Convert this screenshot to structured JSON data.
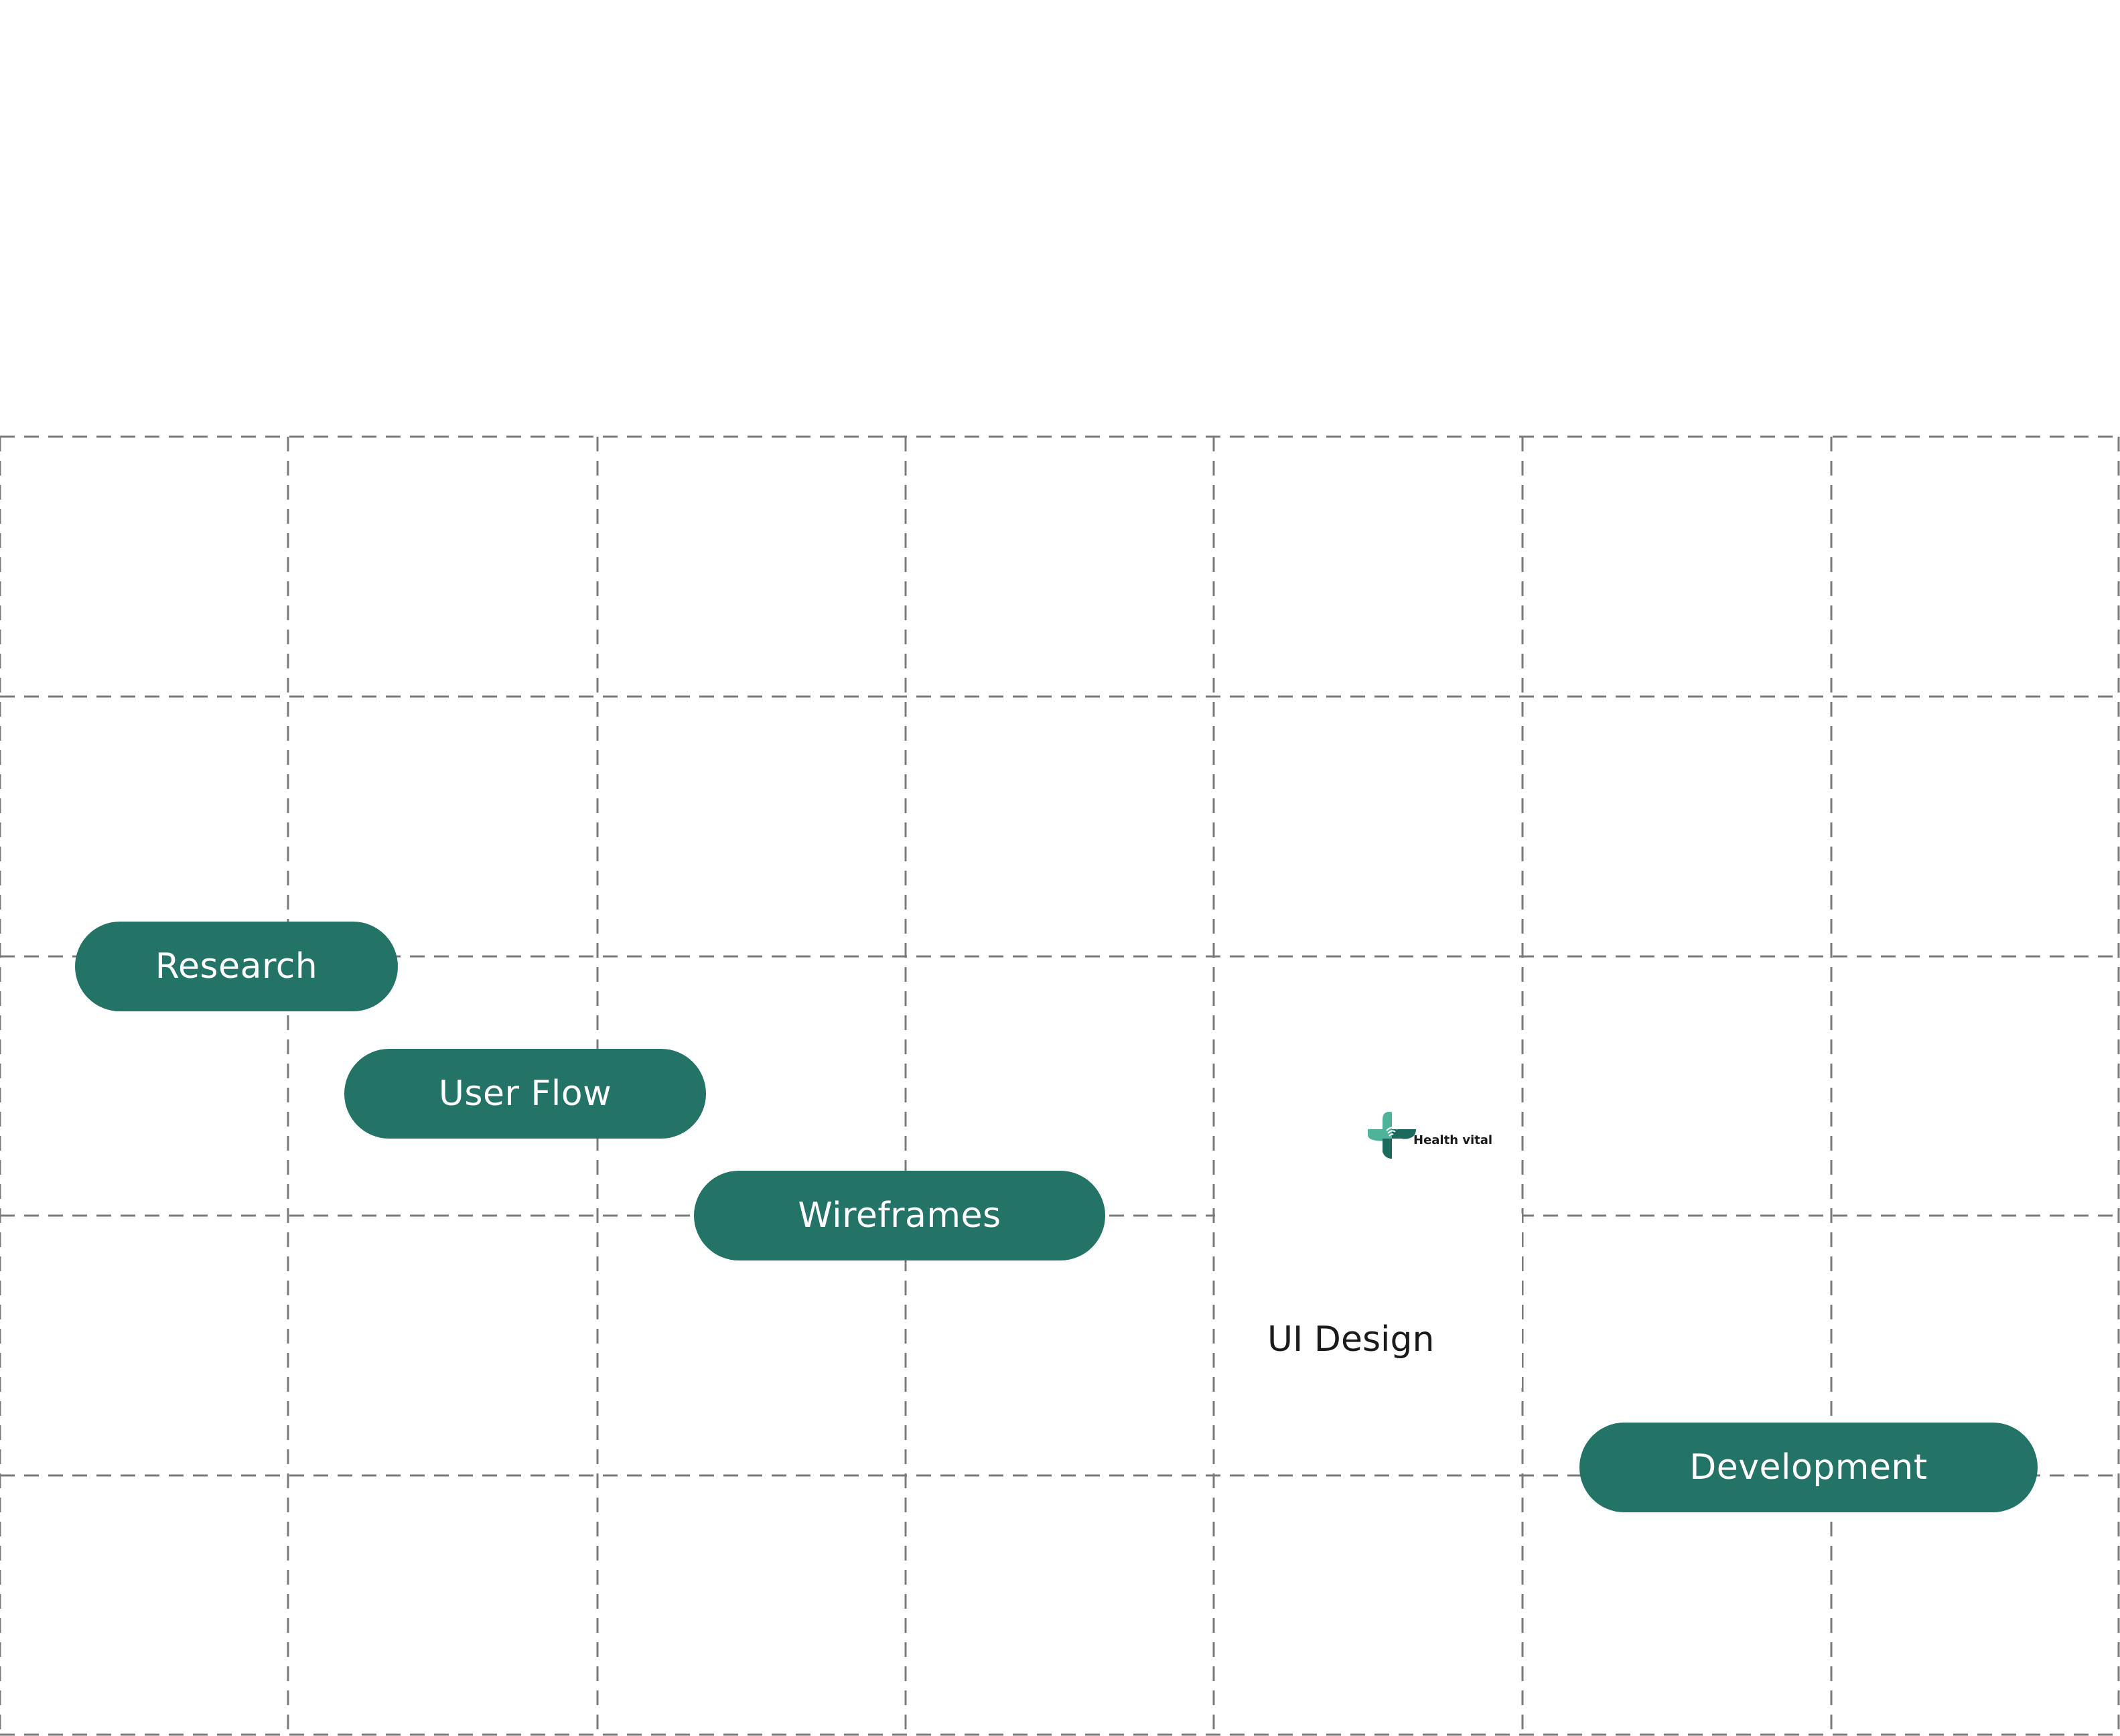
{
  "diagram": {
    "phases": [
      {
        "id": "research",
        "label": "Research",
        "highlighted": true
      },
      {
        "id": "user-flow",
        "label": "User Flow",
        "highlighted": true
      },
      {
        "id": "wireframes",
        "label": "Wireframes",
        "highlighted": true
      },
      {
        "id": "ui-design",
        "label": "UI Design",
        "highlighted": false
      },
      {
        "id": "development",
        "label": "Development",
        "highlighted": true
      }
    ],
    "logo": {
      "text": "Health vital"
    }
  },
  "colors": {
    "pill_fill": "#237367",
    "pill_text": "#ffffff",
    "grid_line": "#7a7a7a",
    "logo_light": "#4fb39a",
    "logo_dark": "#1c6a5e"
  }
}
